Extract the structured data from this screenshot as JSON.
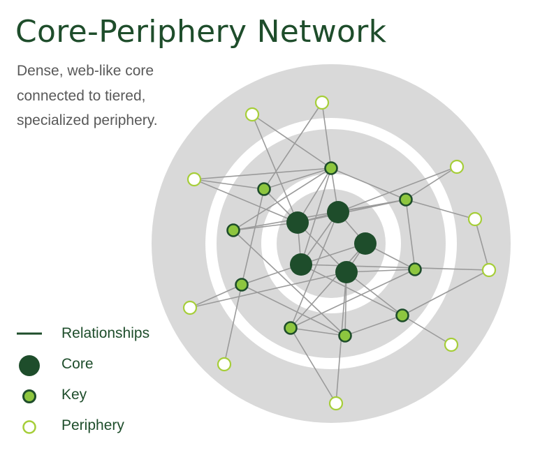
{
  "title": "Core-Periphery Network",
  "subtitle": {
    "lines": [
      "Dense, web-like core",
      "connected to tiered,",
      "specialized periphery."
    ]
  },
  "colors": {
    "ring": "#d9d9d9",
    "edge": "#9a9a9a",
    "core_fill": "#1e4d2b",
    "key_fill": "#8dc63f",
    "key_stroke": "#1e4d2b",
    "periphery_fill": "#ffffff",
    "periphery_stroke": "#a6ce39",
    "title": "#1e4d2b",
    "subtitle": "#595959"
  },
  "legend": [
    {
      "label": "Relationships",
      "symbol": "line"
    },
    {
      "label": "Core",
      "symbol": "core"
    },
    {
      "label": "Key",
      "symbol": "key"
    },
    {
      "label": "Periphery",
      "symbol": "periphery"
    }
  ]
}
